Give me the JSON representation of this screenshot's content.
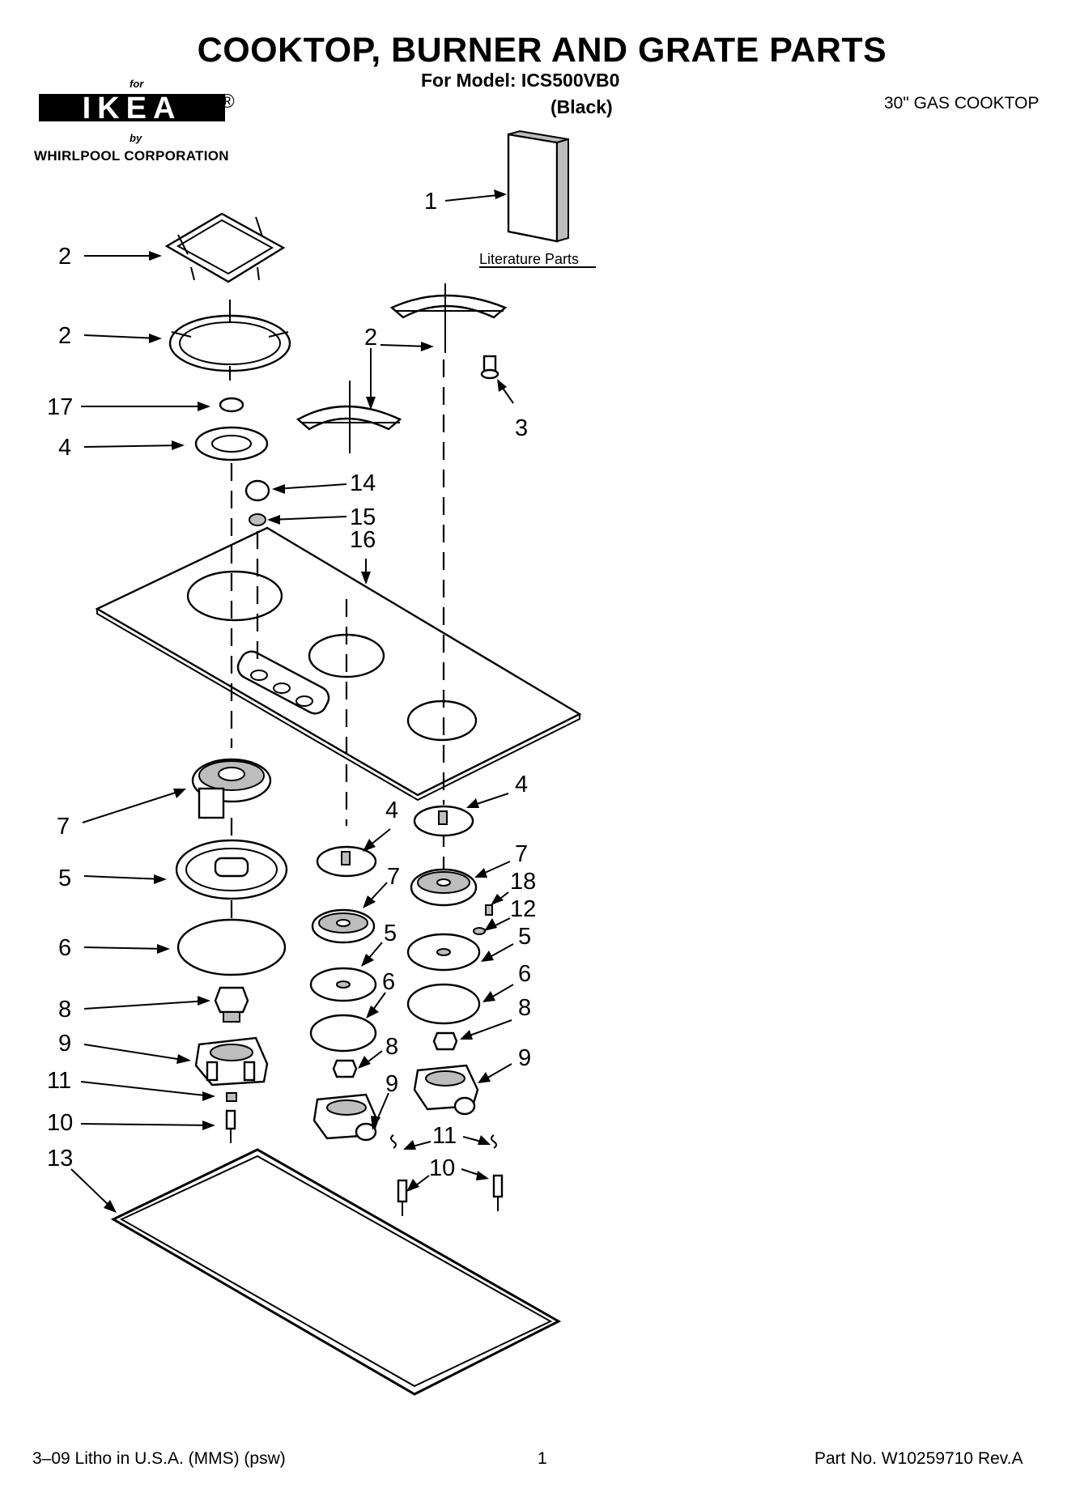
{
  "header": {
    "title": "COOKTOP, BURNER AND GRATE PARTS",
    "model_line": "For Model: ICS500VB0",
    "variant": "(Black)",
    "product": "30\" GAS COOKTOP"
  },
  "logo": {
    "for_text": "for",
    "brand": "IKEA",
    "registered": "®",
    "by_text": "by",
    "corporation": "WHIRLPOOL CORPORATION"
  },
  "diagram": {
    "literature_label": "Literature Parts",
    "callouts": {
      "c1": "1",
      "c2a": "2",
      "c2b": "2",
      "c2c": "2",
      "c3": "3",
      "c17": "17",
      "c4a": "4",
      "c14": "14",
      "c15": "15",
      "c16": "16",
      "c4b": "4",
      "c4c": "4",
      "c7a": "7",
      "c7b": "7",
      "c7c": "7",
      "c18": "18",
      "c12": "12",
      "c5a": "5",
      "c5b": "5",
      "c5c": "5",
      "c6a": "6",
      "c6b": "6",
      "c6c": "6",
      "c8a": "8",
      "c8b": "8",
      "c8c": "8",
      "c9a": "9",
      "c9b": "9",
      "c9c": "9",
      "c11a": "11",
      "c11b": "11",
      "c10a": "10",
      "c10b": "10",
      "c13": "13"
    }
  },
  "footer": {
    "litho": "3–09 Litho in U.S.A. (MMS) (psw)",
    "page": "1",
    "part_no": "Part No. W10259710 Rev.A"
  }
}
